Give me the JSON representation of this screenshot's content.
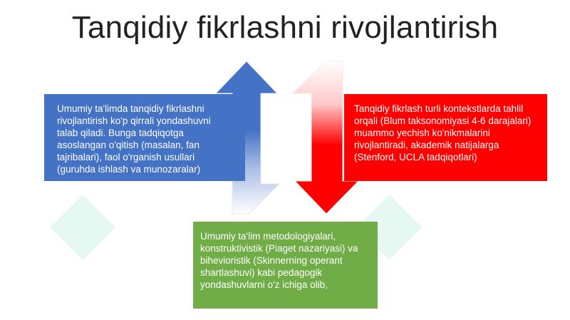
{
  "title": "Tanqidiy fikrlashni rivojlantirish",
  "colors": {
    "left_box": "#4472c4",
    "right_box": "#ff0000",
    "bottom_box": "#70ad47",
    "up_arrow": "#4472c4",
    "down_arrow": "#ff0000"
  },
  "boxes": {
    "left": "Umumiy ta'limda tanqidiy fikrlashni rivojlantirish ko'p qirrali yondashuvni talab qiladi. Bunga tadqiqotga asoslangan o'qitish (masalan, fan tajribalari), faol o'rganish usullari (guruhda ishlash va munozaralar)",
    "right": "Tanqidiy fikrlash turli kontekstlarda tahlil orqali (Blum taksonomiyasi 4-6 darajalari) muammo yechish ko'nikmalarini rivojlantiradi, akademik natijalarga (Stenford, UCLA tadqiqotlari)",
    "bottom": "Umumiy ta'lim metodologiyalari, konstruktivistik (Piaget nazariyasi) va bihevioristik (Skinnerning operant shartlashuvi) kabi pedagogik yondashuvlarni o'z ichiga olib,"
  }
}
